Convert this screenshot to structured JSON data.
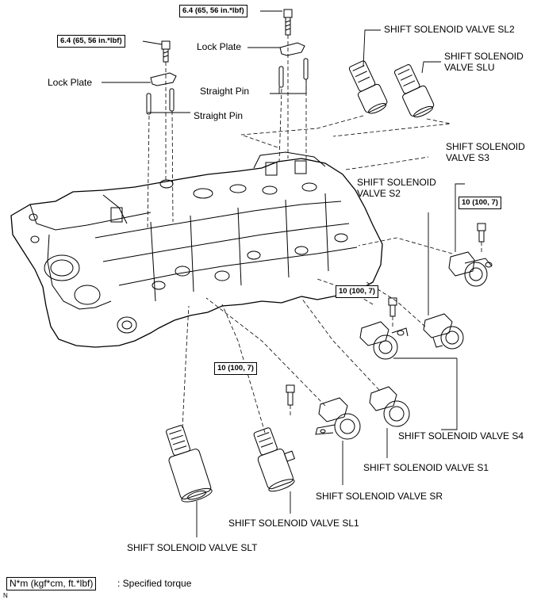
{
  "torque_labels": {
    "pin_top": "6.4 (65, 56 in.*lbf)",
    "pin_left": "6.4 (65, 56 in.*lbf)",
    "s3": "10 (100, 7)",
    "s1_s4": "10 (100, 7)",
    "sr": "10 (100, 7)"
  },
  "part_labels": {
    "lock_plate_right": "Lock Plate",
    "lock_plate_left": "Lock Plate",
    "straight_pin_right": "Straight Pin",
    "straight_pin_left": "Straight Pin",
    "sl2": "SHIFT SOLENOID VALVE SL2",
    "slu": "SHIFT SOLENOID\nVALVE SLU",
    "s3": "SHIFT SOLENOID\nVALVE S3",
    "s2": "SHIFT SOLENOID\nVALVE S2",
    "s4": "SHIFT SOLENOID VALVE S4",
    "s1": "SHIFT SOLENOID VALVE S1",
    "sr": "SHIFT SOLENOID VALVE SR",
    "sl1": "SHIFT SOLENOID VALVE SL1",
    "slt": "SHIFT SOLENOID VALVE SLT"
  },
  "legend": {
    "symbol": "N*m (kgf*cm, ft.*lbf)",
    "text": ": Specified torque"
  },
  "figure_code": "N"
}
